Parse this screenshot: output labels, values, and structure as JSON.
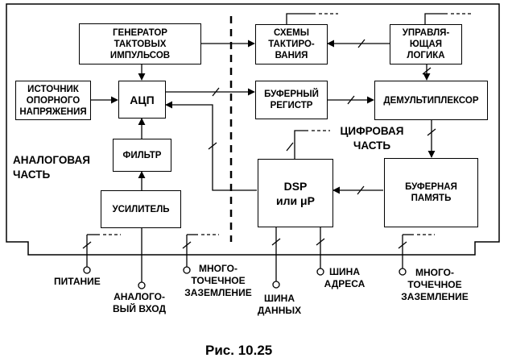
{
  "figure": {
    "caption": "Рис. 10.25",
    "sections": {
      "analog": "АНАЛОГОВАЯ\nЧАСТЬ",
      "digital": "ЦИФРОВАЯ\nЧАСТЬ"
    },
    "blocks": {
      "clock_generator": "ГЕНЕРАТОР\nТАКТОВЫХ\nИМПУЛЬСОВ",
      "reference_source": "ИСТОЧНИК\nОПОРНОГО\nНАПРЯЖЕНИЯ",
      "adc": "АЦП",
      "filter": "ФИЛЬТР",
      "amplifier": "УСИЛИТЕЛЬ",
      "clocking_circuits": "СХЕМЫ\nТАКТИРО-\nВАНИЯ",
      "control_logic": "УПРАВЛЯ-\nЮЩАЯ\nЛОГИКА",
      "buffer_register": "БУФЕРНЫЙ\nРЕГИСТР",
      "demultiplexer": "ДЕМУЛЬТИПЛЕКСОР",
      "dsp": "DSP\nили μP",
      "buffer_memory": "БУФЕРНАЯ\nПАМЯТЬ"
    },
    "pins": {
      "power": "ПИТАНИЕ",
      "analog_input": "АНАЛОГО-\nВЫЙ ВХОД",
      "multipoint_ground_left": "МНОГО-\nТОЧЕЧНОЕ\nЗАЗЕМЛЕНИЕ",
      "data_bus": "ШИНА\nДАННЫХ",
      "address_bus": "ШИНА\nАДРЕСА",
      "multipoint_ground_right": "МНОГО-\nТОЧЕЧНОЕ\nЗАЗЕМЛЕНИЕ"
    }
  }
}
